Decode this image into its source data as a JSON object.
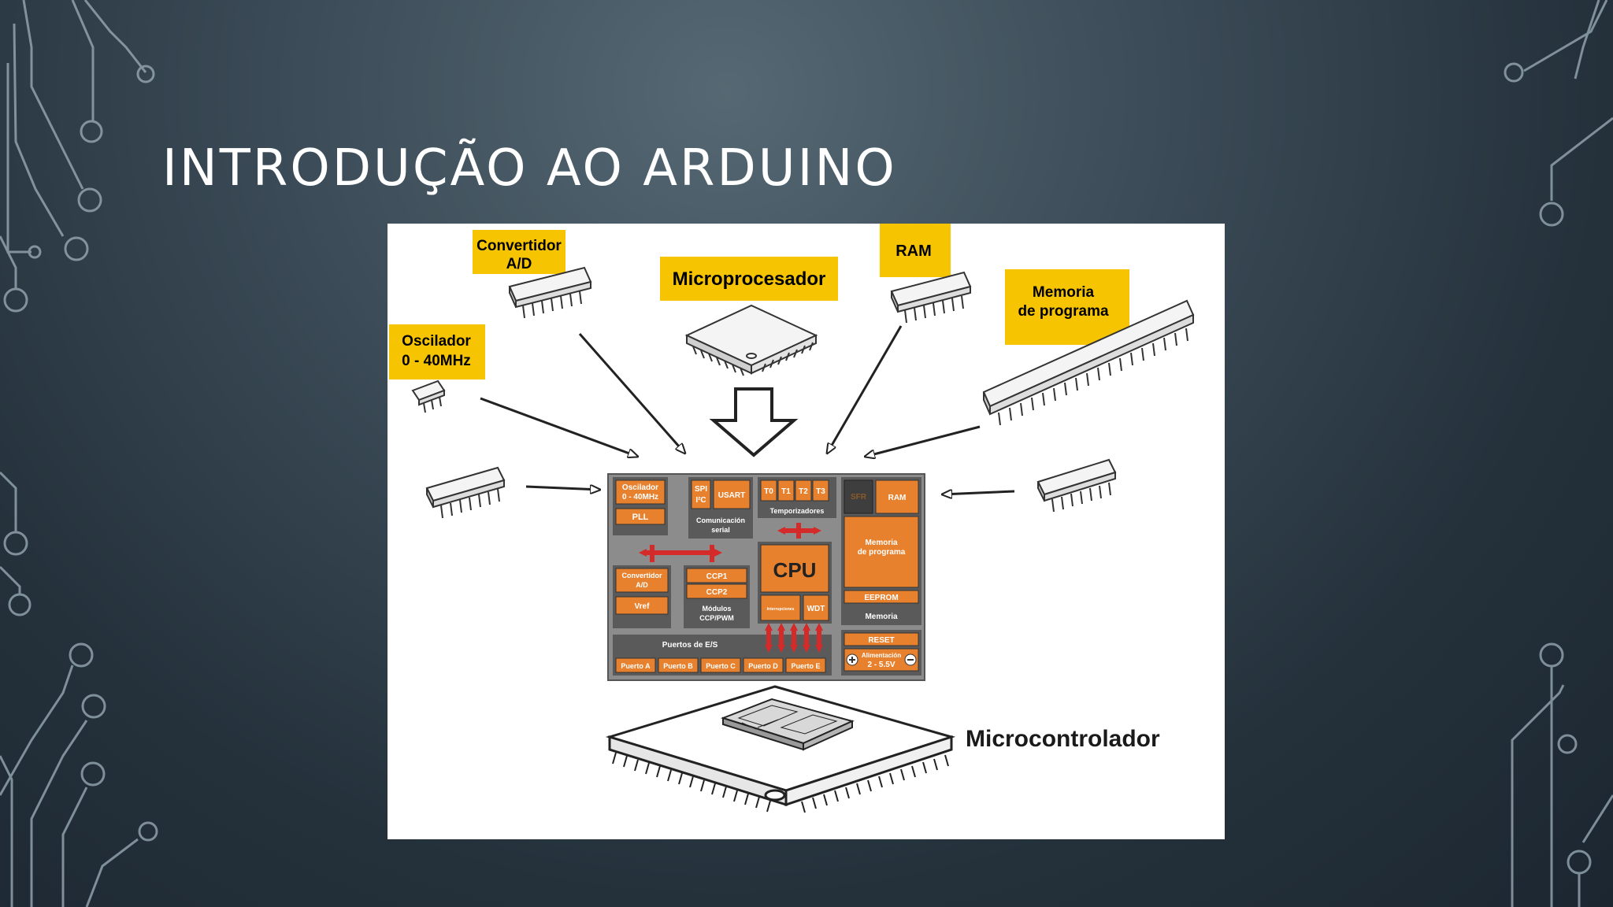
{
  "slide": {
    "title": "INTRODUÇÃO AO ARDUINO"
  },
  "diagram": {
    "labels": {
      "convertidor": [
        "Convertidor",
        "A/D"
      ],
      "microprocesador": "Microprocesador",
      "ram": "RAM",
      "memoria": [
        "Memoria",
        "de programa"
      ],
      "oscilador": [
        "Oscilador",
        "0 - 40MHz"
      ],
      "microcontrolador": "Microcontrolador"
    },
    "block": {
      "oscilador": [
        "Oscilador",
        "0 - 40MHz"
      ],
      "pll": "PLL",
      "spi": [
        "SPI",
        "I²C"
      ],
      "usart": "USART",
      "comunicacion": [
        "Comunicación",
        "serial"
      ],
      "timers": [
        "T0",
        "T1",
        "T2",
        "T3"
      ],
      "temporizadores": "Temporizadores",
      "sfr": "SFR",
      "ram": "RAM",
      "memoria_programa": [
        "Memoria",
        "de programa"
      ],
      "eeprom": "EEPROM",
      "memoria": "Memoria",
      "cpu": "CPU",
      "interrupciones": "Interrupciones",
      "wdt": "WDT",
      "convertidor": [
        "Convertidor",
        "A/D"
      ],
      "vref": "Vref",
      "ccp1": "CCP1",
      "ccp2": "CCP2",
      "modulos": [
        "Módulos",
        "CCP/PWM"
      ],
      "puertos_label": "Puertos de E/S",
      "puertos": [
        "Puerto A",
        "Puerto B",
        "Puerto C",
        "Puerto D",
        "Puerto E"
      ],
      "reset": "RESET",
      "alimentacion": [
        "Alimentación",
        "2 - 5.5V"
      ]
    },
    "colors": {
      "orange": "#e8812d",
      "yellow": "#f6c400",
      "gray": "#8c8c8c",
      "dark_gray": "#5a5a5a",
      "red_arrow": "#d42a2a"
    }
  }
}
